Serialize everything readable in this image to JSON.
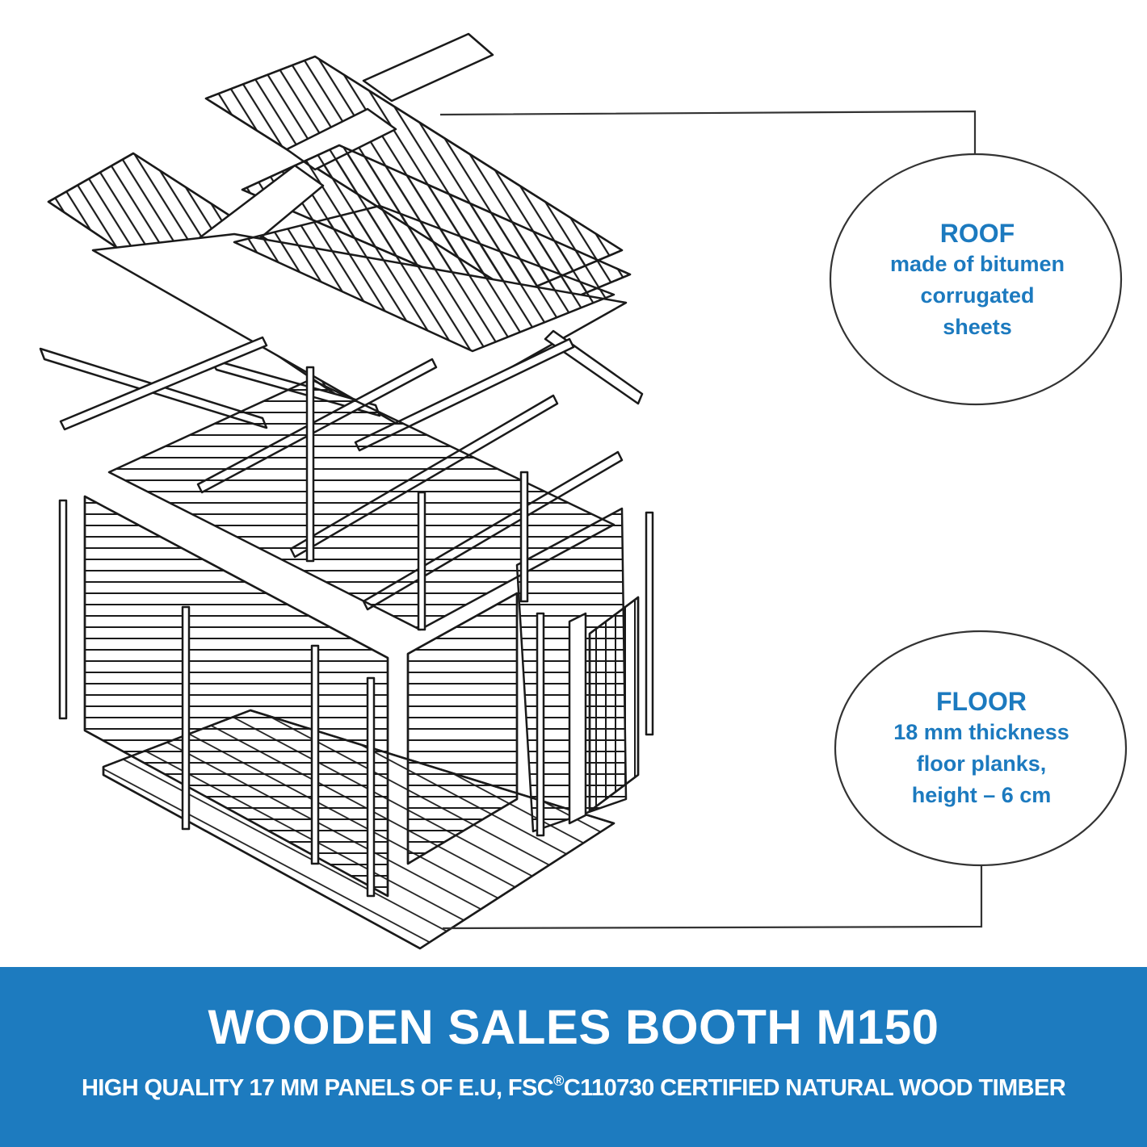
{
  "callouts": {
    "roof": {
      "title": "ROOF",
      "lines": [
        "made of bitumen",
        "corrugated",
        "sheets"
      ]
    },
    "floor": {
      "title": "FLOOR",
      "lines": [
        "18 mm thickness",
        "floor planks,",
        "height – 6 cm"
      ]
    }
  },
  "banner": {
    "title": "WOODEN SALES BOOTH M150",
    "subtitle_before": "HIGH QUALITY 17 MM PANELS OF E.U, FSC",
    "subtitle_mark": "®",
    "subtitle_after": "C110730 CERTIFIED NATURAL WOOD TIMBER"
  },
  "colors": {
    "accent": "#1d7bbf",
    "callout_text": "#1c7abf",
    "line_art": "#1a1a1a"
  }
}
